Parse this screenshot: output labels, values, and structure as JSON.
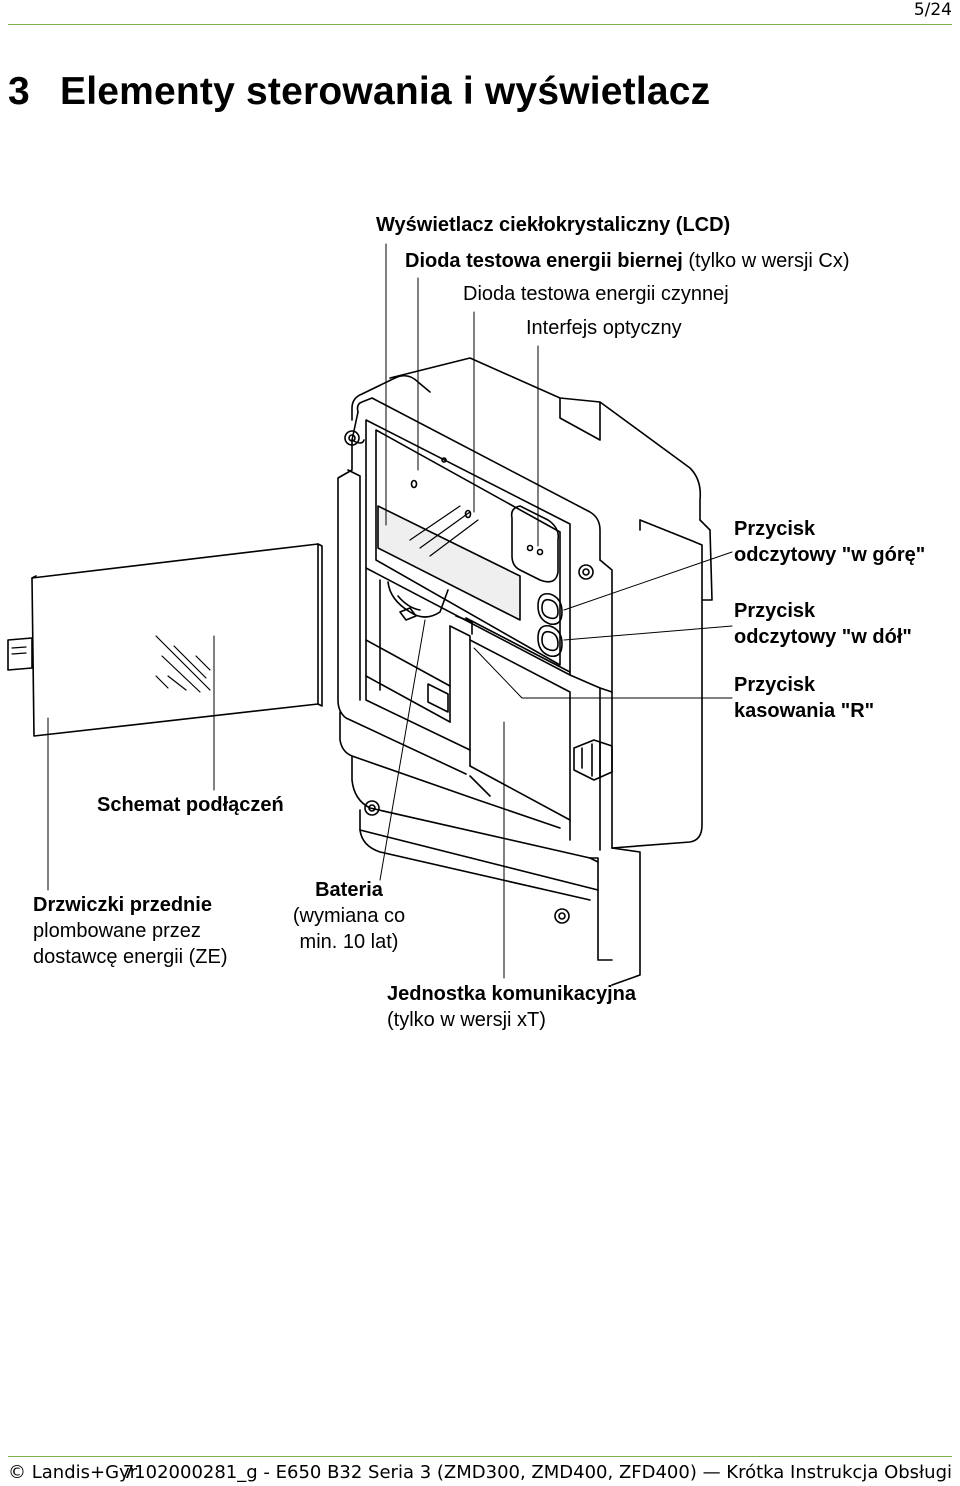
{
  "header": {
    "page_number": "5/24"
  },
  "section": {
    "number": "3",
    "title": "Elementy sterowania i wyświetlacz"
  },
  "labels": {
    "lcd": "Wyświetlacz ciekłokrystaliczny (LCD)",
    "reactive_led_bold": "Dioda testowa energii biernej",
    "reactive_led_note": " (tylko w wersji Cx)",
    "active_led": "Dioda testowa energii czynnej",
    "optical_interface": "Interfejs optyczny",
    "btn_up_1": "Przycisk",
    "btn_up_2": "odczytowy \"w górę\"",
    "btn_down_1": "Przycisk",
    "btn_down_2": "odczytowy \"w dół\"",
    "btn_reset_1": "Przycisk",
    "btn_reset_2": "kasowania \"R\"",
    "connection_diagram": "Schemat podłączeń",
    "door_1": "Drzwiczki przednie",
    "door_2": "plombowane przez",
    "door_3": "dostawcę energii (ZE)",
    "battery_1": "Bateria",
    "battery_2": "(wymiana co",
    "battery_3": "min. 10 lat)",
    "comm_1": "Jednostka komunikacyjna",
    "comm_2": "(tylko w wersji xT)"
  },
  "footer": {
    "left": "© Landis+Gyr",
    "right": "7102000281_g - E650 B32 Seria 3 (ZMD300, ZMD400, ZFD400) — Krótka Instrukcja Obsługi"
  }
}
